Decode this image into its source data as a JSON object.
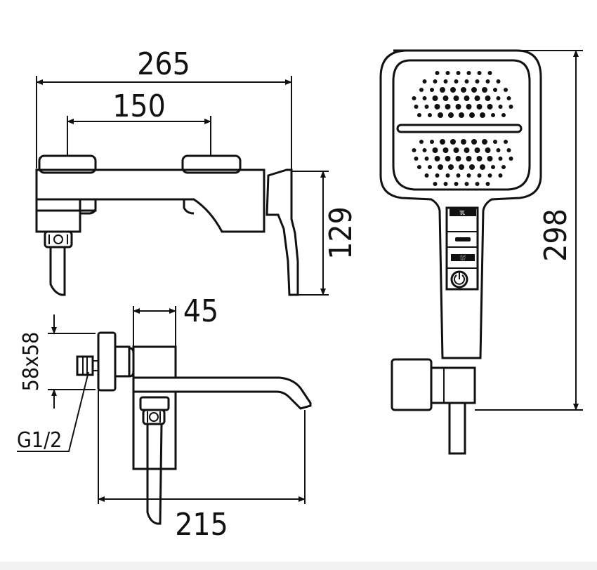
{
  "dimensions": {
    "overall_width": "265",
    "handle_spacing": "150",
    "height": "129",
    "spout_offset": "45",
    "flange": "58x58",
    "thread": "G1/2",
    "spout_projection": "215",
    "shower_length": "298"
  },
  "shower_symbols": {
    "top_mode": "ℼ",
    "middle_mode": "⛆"
  },
  "colors": {
    "line": "#111111",
    "background": "#ffffff"
  }
}
